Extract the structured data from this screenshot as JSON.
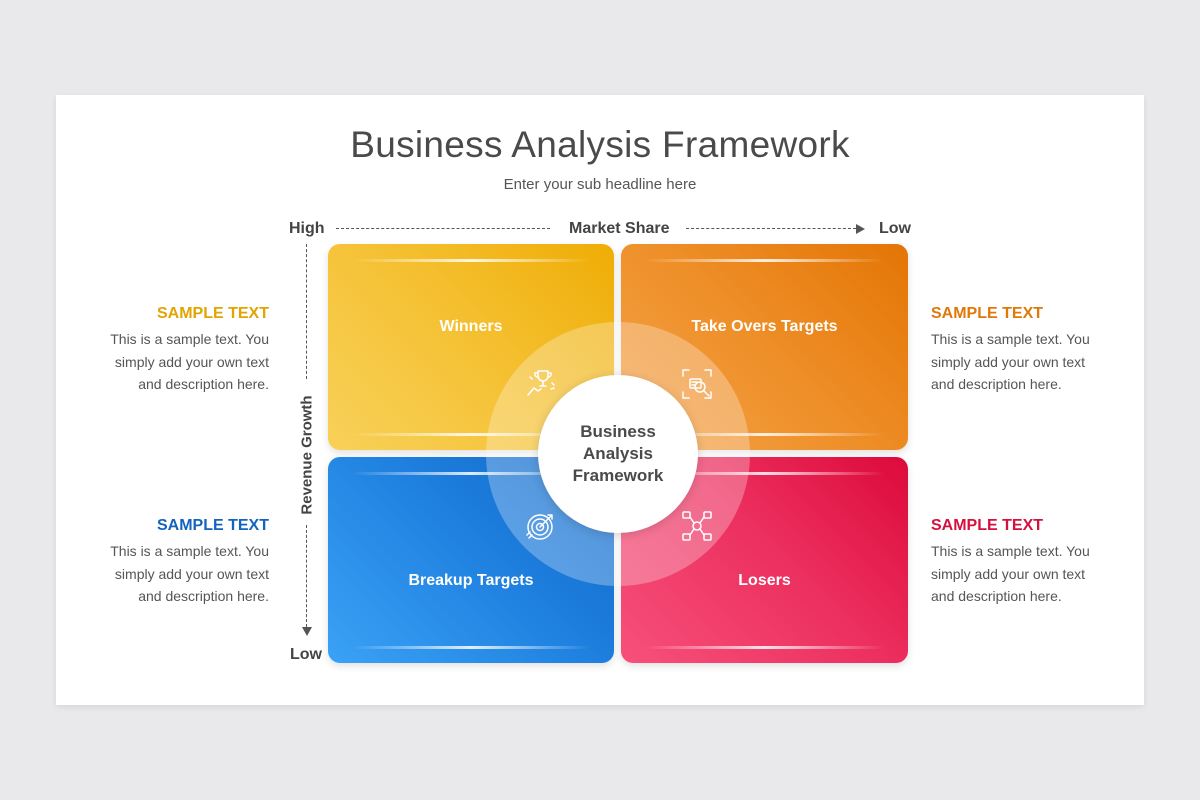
{
  "title": "Business Analysis Framework",
  "subtitle": "Enter your sub headline here",
  "axes": {
    "top_high": "High",
    "top_title": "Market Share",
    "top_low": "Low",
    "left_title": "Revenue Growth",
    "left_low": "Low"
  },
  "center": {
    "line1": "Business",
    "line2": "Analysis",
    "line3": "Framework"
  },
  "quadrants": {
    "top_left": {
      "label": "Winners",
      "icon": "trophy-icon"
    },
    "top_right": {
      "label": "Take Overs Targets",
      "icon": "target-search-icon"
    },
    "bottom_left": {
      "label": "Breakup Targets",
      "icon": "bullseye-icon"
    },
    "bottom_right": {
      "label": "Losers",
      "icon": "network-hub-icon"
    }
  },
  "side_texts": {
    "left_top": {
      "heading": "SAMPLE TEXT",
      "color": "#e2a400",
      "lines": [
        "This is a sample text. You",
        "simply add your own text",
        "and description here."
      ]
    },
    "right_top": {
      "heading": "SAMPLE TEXT",
      "color": "#e0780a",
      "lines": [
        "This is a sample text. You",
        "simply add your own text",
        "and description here."
      ]
    },
    "left_bottom": {
      "heading": "SAMPLE TEXT",
      "color": "#1464bd",
      "lines": [
        "This is a sample text. You",
        "simply add your own text",
        "and description here."
      ]
    },
    "right_bottom": {
      "heading": "SAMPLE TEXT",
      "color": "#d4113f",
      "lines": [
        "This is a sample text. You",
        "simply add your own text",
        "and description here."
      ]
    }
  },
  "colors": {
    "yellow": "#efad06",
    "orange": "#e47505",
    "blue": "#1f80df",
    "red": "#ec2f5f"
  }
}
